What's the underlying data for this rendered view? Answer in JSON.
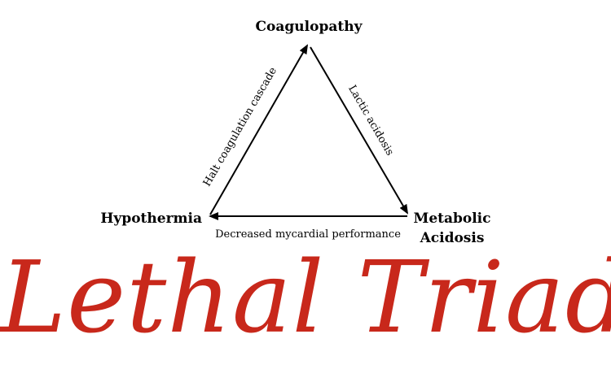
{
  "diagram": {
    "nodes": {
      "top": "Coagulopathy",
      "left": "Hypothermia",
      "right_line1": "Metabolic",
      "right_line2": "Acidosis"
    },
    "edges": {
      "left_edge": "Halt coagulation cascade",
      "right_edge": "Lactic acidosis",
      "bottom_edge": "Decreased mycardial performance"
    },
    "arrow_color": "#000000"
  },
  "title": {
    "text": "Lethal Triad",
    "color": "#c8281b"
  }
}
